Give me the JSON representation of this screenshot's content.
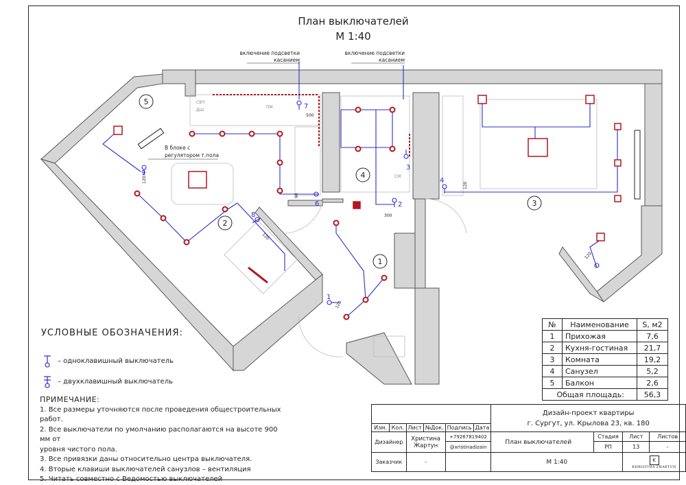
{
  "title": {
    "line1": "План выключателей",
    "line2": "М 1:40"
  },
  "callouts": {
    "backlight_left": [
      "включение подсветки",
      "касанием"
    ],
    "backlight_right": [
      "включение подсветки",
      "касанием"
    ],
    "thermostat": [
      "В блоке с",
      "регулятором т.пола"
    ]
  },
  "rooms": [
    {
      "num": "1"
    },
    {
      "num": "2"
    },
    {
      "num": "3"
    },
    {
      "num": "4"
    },
    {
      "num": "5"
    }
  ],
  "switch_labels": [
    "1",
    "2",
    "3",
    "4",
    "6",
    "7",
    "8",
    "9"
  ],
  "dims": [
    "500",
    "90",
    "300",
    "120",
    "120",
    "120",
    "120",
    "120"
  ],
  "appliances": {
    "microwave": "СВЧ",
    "oven": "ДШ",
    "pm": "ПМ",
    "cm": "СМ"
  },
  "legend": {
    "heading": "УСЛОВНЫЕ ОБОЗНАЧЕНИЯ:",
    "single": "– одноклавишный выключатель",
    "double": "– двухклавишный выключатель"
  },
  "notes": {
    "heading": "ПРИМЕЧАНИЕ:",
    "items": [
      "1. Все размеры уточняются после проведения общестроительных работ.",
      "2. Все выключатели по умолчанию располагаются на высоте 900 мм от",
      "уровня чистого пола.",
      "3. Все привязки даны относительно центра выключателя.",
      "4. Вторые клавиши выключателей санузлов – вентиляция",
      "5. Читать совместно с Ведомостью выключателей"
    ]
  },
  "areas_table": {
    "header": [
      "№",
      "Наименование",
      "S, м2"
    ],
    "rows": [
      [
        "1",
        "Прихожая",
        "7,6"
      ],
      [
        "2",
        "Кухня-гостиная",
        "21,7"
      ],
      [
        "3",
        "Комната",
        "19,2"
      ],
      [
        "4",
        "Санузел",
        "5,2"
      ],
      [
        "5",
        "Балкон",
        "2,6"
      ]
    ],
    "total_label": "Общая площадь:",
    "total_value": "56,3"
  },
  "title_block": {
    "project": "Дизайн-проект квартиры",
    "address": "г. Сургут, ул. Крылова 23, кв. 180",
    "cols": [
      "Изм.",
      "Кол.",
      "Лист",
      "№Док.",
      "Подпись",
      "Дата"
    ],
    "designer_label": "Дизайнер",
    "designer_name": "Христина Жартун",
    "phone": "+79267819402",
    "insta": "@xristinadizain",
    "sheet_name": "План выключателей",
    "stage_label": "Стадия",
    "stage": "РП",
    "sheet_label": "Лист",
    "sheet": "13",
    "sheets_label": "Листов",
    "sheets": "-",
    "client_label": "Заказчик",
    "client": "-",
    "scale": "М 1:40",
    "logo_text": "KHRISTINA ZHARTUN"
  },
  "colors": {
    "wire": "#2b2bd0",
    "lamp": "#b0171e",
    "wall": "#d6d6d6"
  }
}
